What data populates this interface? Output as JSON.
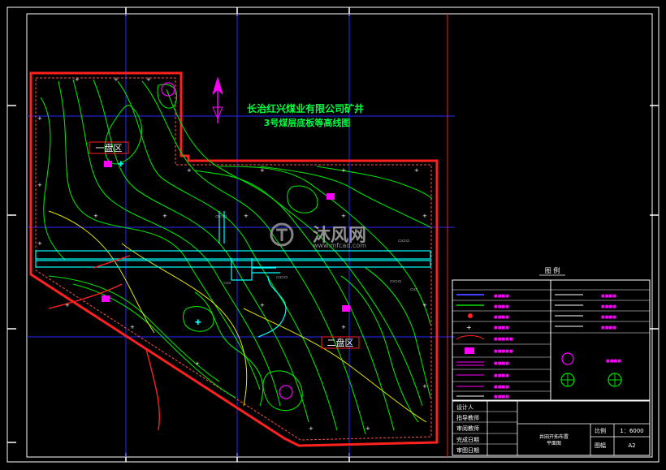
{
  "drawing": {
    "title_line1": "长治红兴煤业有限公司矿井",
    "title_line2": "3号煤层底板等高线图",
    "zone_1": "一盘区",
    "zone_2": "二盘区",
    "watermark_brand": "沐风网",
    "watermark_url": "www.mfcad.com",
    "colors": {
      "background": "#000000",
      "frame": "#ffffff",
      "boundary": "#ff2020",
      "contour_green": "#00e000",
      "contour_yellow": "#e6e600",
      "title_green": "#00ff40",
      "grid_blue": "#2a2aff",
      "magenta": "#ff00ff",
      "cyan": "#00ffff"
    }
  },
  "legend": {
    "header": "图 例"
  },
  "title_block": {
    "labels": [
      "设计人",
      "指导教师",
      "审阅教师",
      "完成日期",
      "审图日期"
    ],
    "drawing_name_line1": "井田开拓布置",
    "drawing_name_line2": "平面图",
    "scale_label": "比例",
    "scale_value": "1：6000",
    "sheet_label": "图幅",
    "sheet_value": "A2"
  }
}
